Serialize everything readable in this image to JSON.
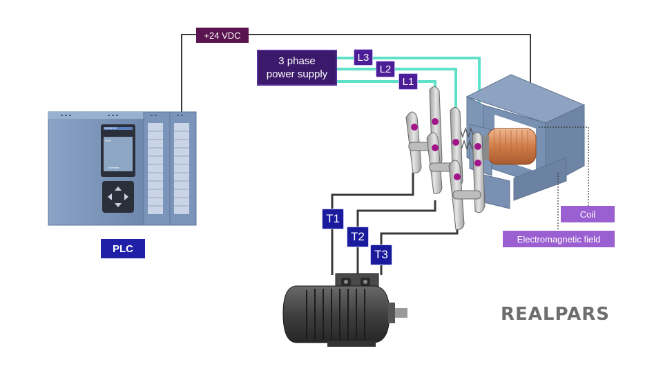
{
  "labels": {
    "vdc": "+24 VDC",
    "psu_line1": "3 phase",
    "psu_line2": "power supply",
    "l1": "L1",
    "l2": "L2",
    "l3": "L3",
    "t1": "T1",
    "t2": "T2",
    "t3": "T3",
    "plc": "PLC",
    "coil": "Coil",
    "field": "Electromagnetic field"
  },
  "plc_module": {
    "brand": "SIEMENS",
    "model": "SIMATIC S7-1500",
    "status": "RUN",
    "screen": "Overview"
  },
  "brand": "REALPARS",
  "colors": {
    "wire_dark": "#3a3a3a",
    "wire_phase": "#5fe0c8",
    "core": "#7a90b0",
    "coil_copper": "#d89060",
    "plc_body": "#7d97bd"
  }
}
